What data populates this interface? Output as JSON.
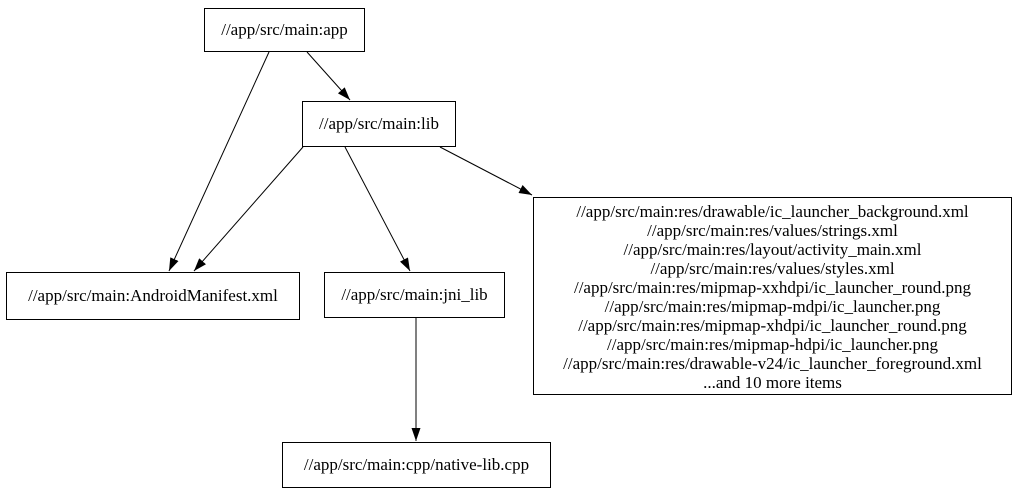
{
  "graph": {
    "background": "#ffffff",
    "node_border_color": "#000000",
    "node_fill_color": "#ffffff",
    "edge_color": "#000000",
    "text_color": "#000000",
    "nodes": {
      "app": {
        "label": "//app/src/main:app"
      },
      "lib": {
        "label": "//app/src/main:lib"
      },
      "manifest": {
        "label": "//app/src/main:AndroidManifest.xml"
      },
      "jni_lib": {
        "label": "//app/src/main:jni_lib"
      },
      "cpp": {
        "label": "//app/src/main:cpp/native-lib.cpp"
      },
      "res": {
        "lines": [
          "//app/src/main:res/drawable/ic_launcher_background.xml",
          "//app/src/main:res/values/strings.xml",
          "//app/src/main:res/layout/activity_main.xml",
          "//app/src/main:res/values/styles.xml",
          "//app/src/main:res/mipmap-xxhdpi/ic_launcher_round.png",
          "//app/src/main:res/mipmap-mdpi/ic_launcher.png",
          "//app/src/main:res/mipmap-xhdpi/ic_launcher_round.png",
          "//app/src/main:res/mipmap-hdpi/ic_launcher.png",
          "//app/src/main:res/drawable-v24/ic_launcher_foreground.xml",
          "...and 10 more items"
        ]
      }
    },
    "edges": [
      {
        "from": "app",
        "to": "lib"
      },
      {
        "from": "app",
        "to": "manifest"
      },
      {
        "from": "lib",
        "to": "manifest"
      },
      {
        "from": "lib",
        "to": "jni_lib"
      },
      {
        "from": "lib",
        "to": "res"
      },
      {
        "from": "jni_lib",
        "to": "cpp"
      }
    ]
  }
}
